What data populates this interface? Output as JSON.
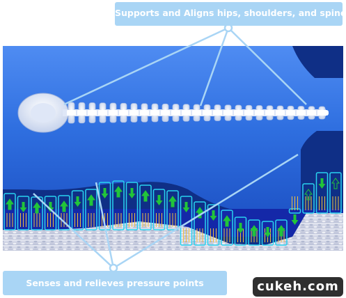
{
  "callouts": {
    "top": "Supports and Aligns hips, shoulders, and spine",
    "bottom": "Senses and relieves pressure points"
  },
  "watermark": "cukeh.com",
  "colors": {
    "body": "#2f6fe0",
    "background": "#0f2f86",
    "callout": "#a9d5f5",
    "spring_outline": "#29d3f0",
    "arrow": "#22c53a",
    "coil": "#f0c040"
  }
}
